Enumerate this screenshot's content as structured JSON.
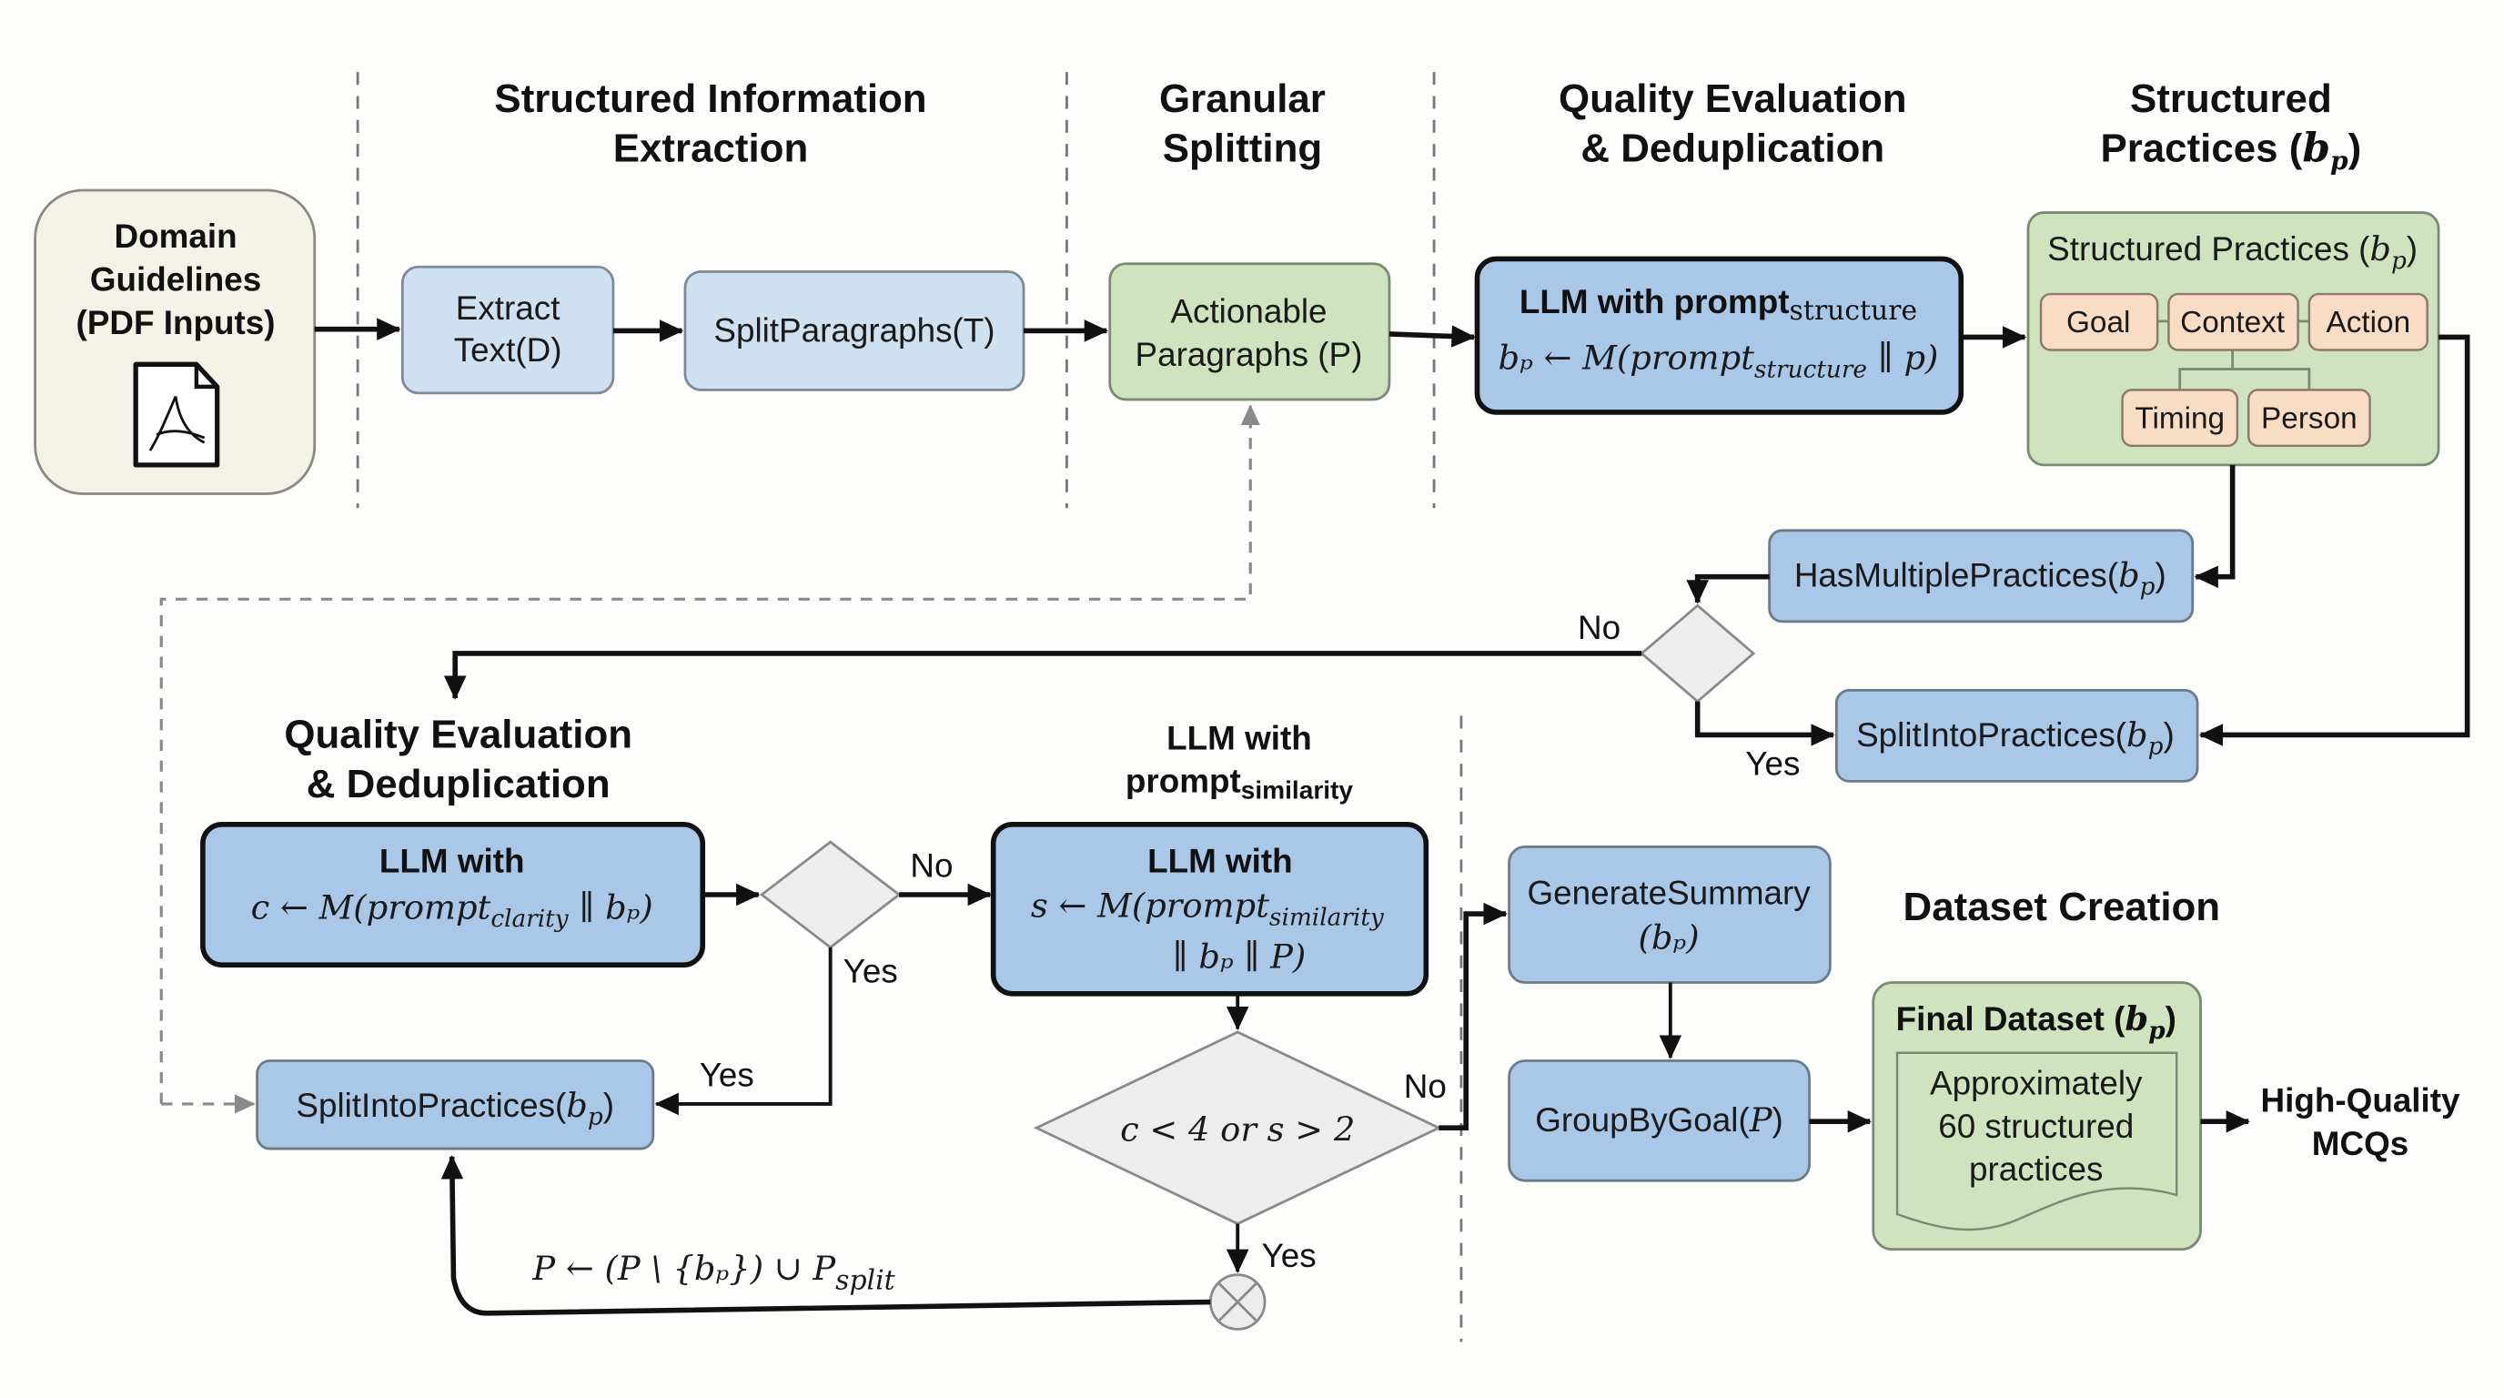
{
  "sections": {
    "extraction": {
      "line1": "Structured Information",
      "line2": "Extraction"
    },
    "splitting": {
      "line1": "Granular",
      "line2": "Splitting"
    },
    "quality_top": {
      "line1": "Quality Evaluation",
      "line2": "& Deduplication"
    },
    "structured": {
      "line1": "Structured",
      "line2": "Practices (",
      "math": "b",
      "sub": "p",
      "close": ")"
    },
    "quality_bottom": {
      "line1": "Quality Evaluation",
      "line2": "& Deduplication"
    },
    "similarity": {
      "line1": "LLM with",
      "line2": "prompt",
      "sub": "similarity"
    },
    "dataset": {
      "title": "Dataset Creation"
    }
  },
  "nodes": {
    "domain": {
      "line1": "Domain",
      "line2": "Guidelines",
      "line3": "(PDF Inputs)",
      "icon": "pdf-file-icon"
    },
    "extract": {
      "line1": "Extract",
      "line2": "Text(D)"
    },
    "split_paragraphs": {
      "label": "SplitParagraphs(T)"
    },
    "actionable": {
      "line1": "Actionable",
      "line2": "Paragraphs (P)"
    },
    "llm_structure": {
      "line1": "LLM with prompt",
      "line1_sub": "structure",
      "formula": "bₚ ← M(prompt",
      "formula_sub": "structure",
      "formula_end": " ∥ p)"
    },
    "structured_practices": {
      "title": "Structured Practices (",
      "math": "b",
      "sub": "p",
      "close": ")",
      "fields": [
        "Goal",
        "Context",
        "Action",
        "Timing",
        "Person"
      ]
    },
    "has_multiple": {
      "label": "HasMultiplePractices(",
      "math": "b",
      "sub": "p",
      "close": ")"
    },
    "split_into_top": {
      "label": "SplitIntoPractices(",
      "math": "b",
      "sub": "p",
      "close": ")"
    },
    "llm_clarity": {
      "line1": "LLM with",
      "formula": "c ← M(prompt",
      "formula_sub": "clarity",
      "formula_end": " ∥ bₚ)"
    },
    "llm_similarity": {
      "line1": "LLM with",
      "formula": "s ← M(prompt",
      "formula_sub": "similarity",
      "formula_line3": "∥ bₚ ∥ P)"
    },
    "threshold": {
      "label": "c < 4 or s > 2"
    },
    "split_into_bottom": {
      "label": "SplitIntoPractices(",
      "math": "b",
      "sub": "p",
      "close": ")"
    },
    "update_rule": {
      "label": "P ← (P \\ {bₚ}) ∪ P",
      "sub": "split"
    },
    "generate_summary": {
      "line1": "GenerateSummary",
      "line2": "(bₚ)"
    },
    "group_by_goal": {
      "label": "GroupByGoal(",
      "math": "P",
      "close": ")"
    },
    "final_dataset": {
      "title": "Final Dataset (",
      "math": "b",
      "sub": "p",
      "close": ")",
      "line1": "Approximately",
      "line2": "60 structured",
      "line3": "practices"
    },
    "output": {
      "line1": "High-Quality",
      "line2": "MCQs"
    }
  },
  "edge_labels": {
    "multi_no": "No",
    "multi_yes": "Yes",
    "clarity_no": "No",
    "clarity_yes": "Yes",
    "clarity_yes2": "Yes",
    "threshold_no": "No",
    "threshold_yes": "Yes"
  },
  "colors": {
    "process_light": "#cfe0f1",
    "process": "#a9c8e8",
    "data_green": "#cfe3bf",
    "input_cream": "#f4f2e6",
    "field_peach": "#f8dcc3",
    "decision_grey": "#ededed"
  }
}
